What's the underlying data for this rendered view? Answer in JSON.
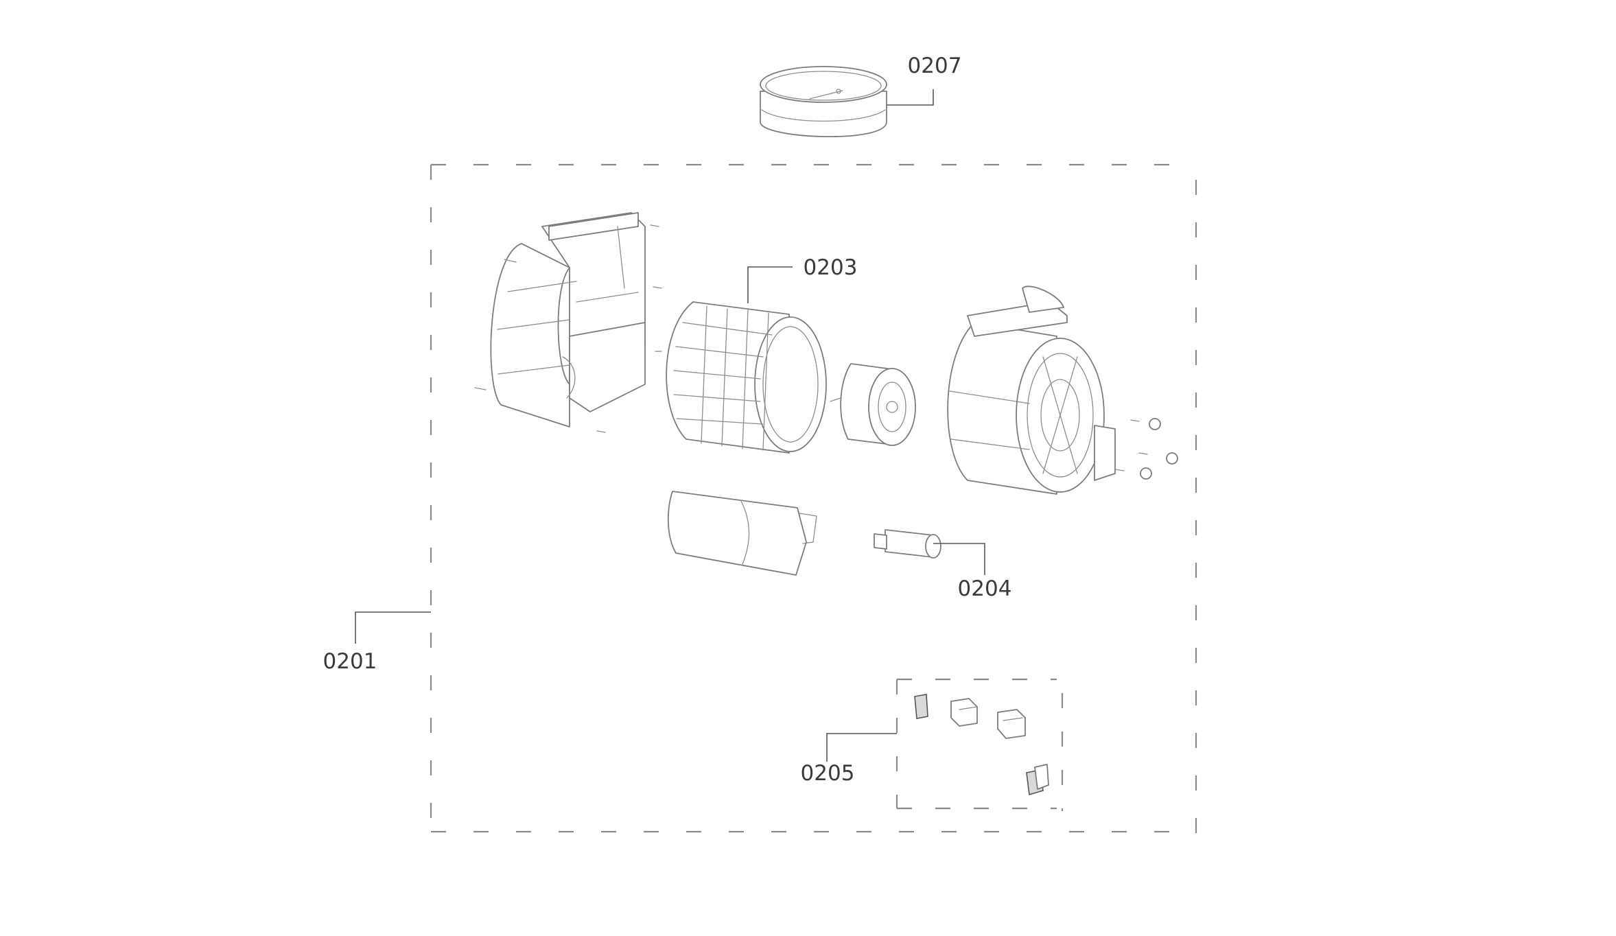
{
  "diagram": {
    "type": "exploded-parts-view",
    "callouts": [
      {
        "id": "0207",
        "label": "0207",
        "part": "duct-ring"
      },
      {
        "id": "0203",
        "label": "0203",
        "part": "fan-wheel"
      },
      {
        "id": "0204",
        "label": "0204",
        "part": "capacitor"
      },
      {
        "id": "0201",
        "label": "0201",
        "part": "blower-assembly"
      },
      {
        "id": "0205",
        "label": "0205",
        "part": "connector-kit"
      }
    ]
  }
}
